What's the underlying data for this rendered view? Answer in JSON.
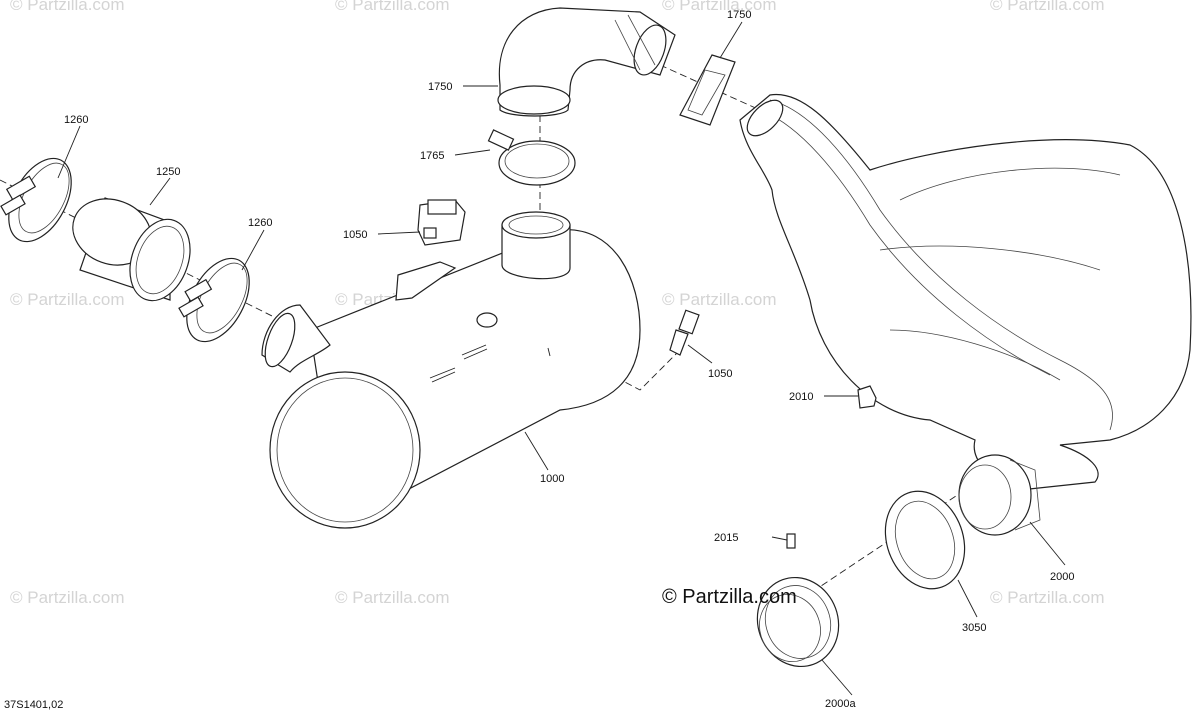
{
  "watermark": "© Partzilla.com",
  "copyright": "© Partzilla.com",
  "drawing_ref": "37S1401,02",
  "callouts": {
    "c1750a": "1750",
    "c1750b": "1750",
    "c1260a": "1260",
    "c1260b": "1260",
    "c1250": "1250",
    "c1765": "1765",
    "c1050a": "1050",
    "c1050b": "1050",
    "c1000": "1000",
    "c2010": "2010",
    "c2015": "2015",
    "c2000": "2000",
    "c2000a": "2000a",
    "c3050": "3050"
  }
}
